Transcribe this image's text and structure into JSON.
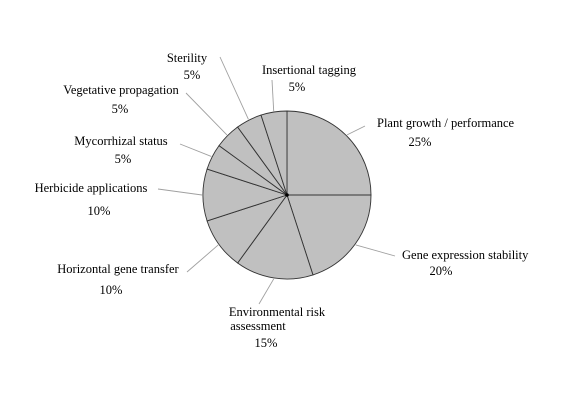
{
  "chart_data": {
    "type": "pie",
    "categories": [
      "Plant growth / performance",
      "Gene expression stability",
      "Environmental risk assessment",
      "Horizontal gene transfer",
      "Herbicide applications",
      "Mycorrhizal status",
      "Vegetative propagation",
      "Sterility",
      "Insertional tagging"
    ],
    "values": [
      25,
      20,
      15,
      10,
      10,
      5,
      5,
      5,
      5
    ],
    "value_labels": [
      "25%",
      "20%",
      "15%",
      "10%",
      "10%",
      "5%",
      "5%",
      "5%",
      "5%"
    ],
    "label_lines": [
      [
        "Plant growth / performance"
      ],
      [
        "Gene expression stability"
      ],
      [
        "Environmental risk",
        "assessment"
      ],
      [
        "Horizontal gene transfer"
      ],
      [
        "Herbicide applications"
      ],
      [
        "Mycorrhizal status"
      ],
      [
        "Vegetative propagation"
      ],
      [
        "Sterility"
      ],
      [
        "Insertional tagging"
      ]
    ],
    "colors": {
      "slice": "#c0c0c0",
      "edge": "#333333",
      "leader": "#a0a0a0"
    },
    "title": "",
    "legend": "none"
  }
}
